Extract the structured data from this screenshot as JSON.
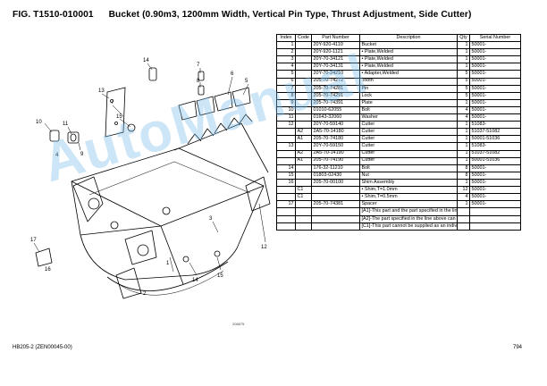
{
  "header": {
    "fig": "FIG. T1510-010001",
    "title": "Bucket (0.90m3, 1200mm Width, Vertical Pin Type, Thrust Adjustment, Side Cutter)"
  },
  "table": {
    "columns": [
      "Index",
      "Code",
      "Part Number",
      "Description",
      "Qty",
      "Serial Number"
    ],
    "rows": [
      {
        "idx": "1",
        "code": "",
        "part": "20Y-920-4110",
        "desc": "Bucket",
        "qty": "1",
        "serial": "50001-"
      },
      {
        "idx": "2",
        "code": "",
        "part": "20Y-920-1121",
        "desc": "• Plate,Welded",
        "qty": "1",
        "serial": "50001-"
      },
      {
        "idx": "3",
        "code": "",
        "part": "20Y-70-34121",
        "desc": "• Plate,Welded",
        "qty": "1",
        "serial": "50001-"
      },
      {
        "idx": "4",
        "code": "",
        "part": "20Y-70-34131",
        "desc": "• Plate,Welded",
        "qty": "1",
        "serial": "50001-"
      },
      {
        "idx": "5",
        "code": "",
        "part": "20Y-70-24210",
        "desc": "• Adapter,Welded",
        "qty": "5",
        "serial": "50001-"
      },
      {
        "idx": "6",
        "code": "",
        "part": "205-70-74272",
        "desc": "Tooth",
        "qty": "5",
        "serial": "50001-"
      },
      {
        "idx": "7",
        "code": "",
        "part": "205-70-74281",
        "desc": "Pin",
        "qty": "5",
        "serial": "50001-"
      },
      {
        "idx": "8",
        "code": "",
        "part": "205-70-74291",
        "desc": "Lock",
        "qty": "5",
        "serial": "50001-"
      },
      {
        "idx": "9",
        "code": "",
        "part": "205-70-74391",
        "desc": "Plate",
        "qty": "1",
        "serial": "50001-"
      },
      {
        "idx": "10",
        "code": "",
        "part": "01010-62055",
        "desc": "Bolt",
        "qty": "4",
        "serial": "50001-"
      },
      {
        "idx": "11",
        "code": "",
        "part": "01643-32060",
        "desc": "Washer",
        "qty": "4",
        "serial": "50001-"
      },
      {
        "idx": "12",
        "code": "",
        "part": "20Y-70-59140",
        "desc": "Cutter",
        "qty": "1",
        "serial": "51083-"
      },
      {
        "idx": "",
        "code": "A2",
        "part": "2A5-70-14180",
        "desc": "Cutter",
        "qty": "1",
        "serial": "51037-51082"
      },
      {
        "idx": "",
        "code": "A1",
        "part": "205-70-74180",
        "desc": "Cutter",
        "qty": "1",
        "serial": "50001-51036"
      },
      {
        "idx": "13",
        "code": "",
        "part": "20Y-70-59150",
        "desc": "Cutter",
        "qty": "1",
        "serial": "51083-"
      },
      {
        "idx": "",
        "code": "A2",
        "part": "2A5-70-14190",
        "desc": "Cutter",
        "qty": "1",
        "serial": "51037-51082"
      },
      {
        "idx": "",
        "code": "A1",
        "part": "205-70-74190",
        "desc": "Cutter",
        "qty": "1",
        "serial": "50001-51036"
      },
      {
        "idx": "14",
        "code": "",
        "part": "176-32-11210",
        "desc": "Bolt",
        "qty": "8",
        "serial": "50001-"
      },
      {
        "idx": "15",
        "code": "",
        "part": "01803-02430",
        "desc": "Nut",
        "qty": "8",
        "serial": "50001-"
      },
      {
        "idx": "16",
        "code": "",
        "part": "205-70-00100",
        "desc": "Shim Assembly",
        "qty": "1",
        "serial": "50001-"
      },
      {
        "idx": "",
        "code": "C1",
        "part": "",
        "desc": "• Shim,T=1.0mm",
        "qty": "12",
        "serial": "50001-"
      },
      {
        "idx": "",
        "code": "C1",
        "part": "",
        "desc": "• Shim,T=0.5mm",
        "qty": "4",
        "serial": "50001-"
      },
      {
        "idx": "17",
        "code": "",
        "part": "205-70-74381",
        "desc": "Spacer",
        "qty": "1",
        "serial": "50001-"
      }
    ],
    "notes": [
      "[A1]-This part and the part specified in the line immediately above are interchangeable.",
      "[A2]-The part specified in the line above can be used instead of this part.",
      "[C1]-This part cannot be supplied as an individual part. It is supplied as an assembly."
    ]
  },
  "diagram": {
    "callouts": [
      "1",
      "2",
      "3",
      "4",
      "5",
      "6",
      "7",
      "8",
      "9",
      "10",
      "11",
      "12",
      "13",
      "14",
      "15",
      "16",
      "17"
    ],
    "image_code": "206575"
  },
  "watermark": "AutoManual",
  "footer": {
    "left": "HB205-2 (ZEN00045-00)",
    "right": "794"
  }
}
